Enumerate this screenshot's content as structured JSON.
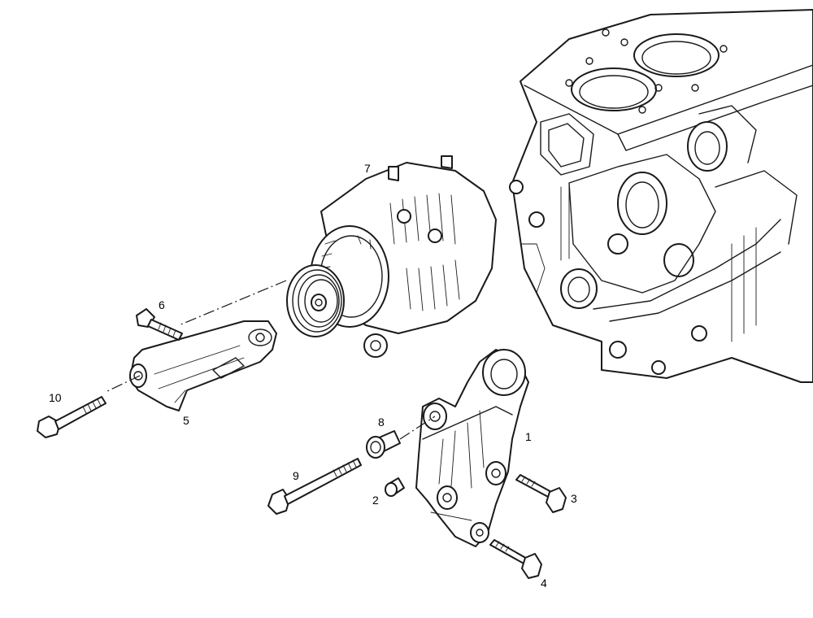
{
  "diagram": {
    "callouts": [
      {
        "id": "1",
        "label": "1"
      },
      {
        "id": "2",
        "label": "2"
      },
      {
        "id": "3",
        "label": "3"
      },
      {
        "id": "4",
        "label": "4"
      },
      {
        "id": "5",
        "label": "5"
      },
      {
        "id": "6",
        "label": "6"
      },
      {
        "id": "7",
        "label": "7"
      },
      {
        "id": "8",
        "label": "8"
      },
      {
        "id": "9",
        "label": "9"
      },
      {
        "id": "10",
        "label": "10"
      }
    ],
    "line_color": "#1a1a1a",
    "background": "#ffffff"
  }
}
